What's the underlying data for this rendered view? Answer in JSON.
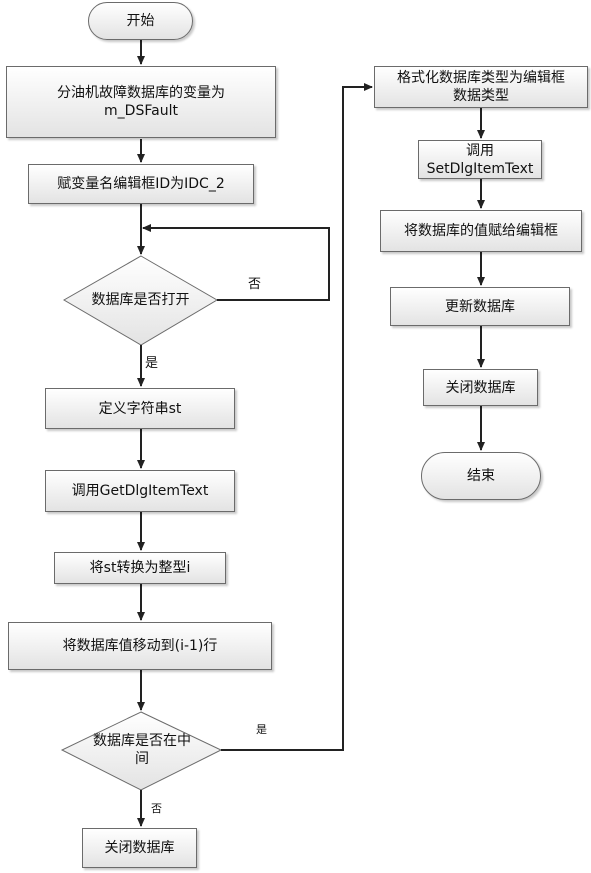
{
  "nodes": {
    "start": "开始",
    "var_name": "分油机故障数据库的变量为\nm_DSFault",
    "assign_id": "赋变量名编辑框ID为IDC_2",
    "db_open": "数据库是否打开",
    "define_str": "定义字符串st",
    "call_get": "调用GetDlgItemText",
    "convert_int": "将st转换为整型i",
    "move_row": "将数据库值移动到(i-1)行",
    "db_middle": "数据库是否在中\n间",
    "close_db_left": "关闭数据库",
    "format_type": "格式化数据库类型为编辑框\n数据类型",
    "call_set": "调用\nSetDlgItemText",
    "assign_value": "将数据库的值赋给编辑框",
    "update_db": "更新数据库",
    "close_db_right": "关闭数据库",
    "end": "结束"
  },
  "labels": {
    "no_loop": "否",
    "yes_open": "是",
    "yes_middle": "是",
    "no_middle": "否"
  }
}
